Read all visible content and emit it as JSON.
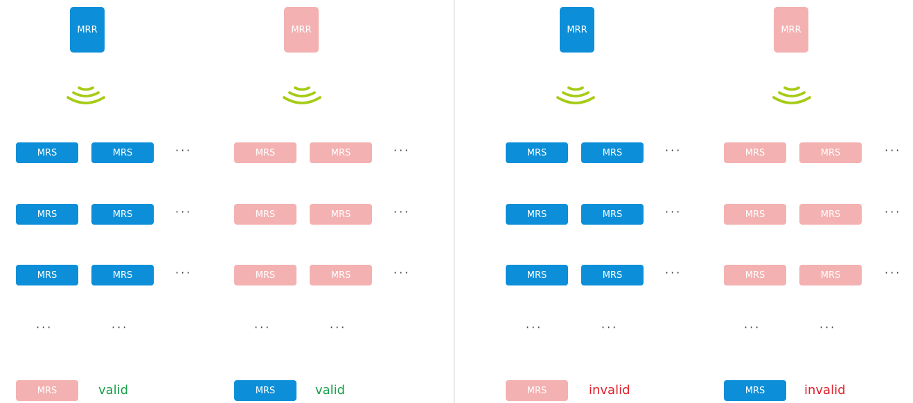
{
  "mrr_label": "MRR",
  "mrs_label": "MRS",
  "ellipsis": "···",
  "colors": {
    "blue": "#0c8fd8",
    "pink": "#f4b1b1",
    "wave": "#a6cc17",
    "valid": "#18a04a",
    "invalid": "#e0202a",
    "divider": "#c9c9c9"
  },
  "panels": [
    {
      "groups": [
        {
          "scheme": "blue",
          "footer_scheme": "pink",
          "status": "valid",
          "status_color": "valid"
        },
        {
          "scheme": "pink",
          "footer_scheme": "blue",
          "status": "valid",
          "status_color": "valid"
        }
      ]
    },
    {
      "groups": [
        {
          "scheme": "blue",
          "footer_scheme": "pink",
          "status": "invalid",
          "status_color": "invalid"
        },
        {
          "scheme": "pink",
          "footer_scheme": "blue",
          "status": "invalid",
          "status_color": "invalid"
        }
      ]
    }
  ]
}
